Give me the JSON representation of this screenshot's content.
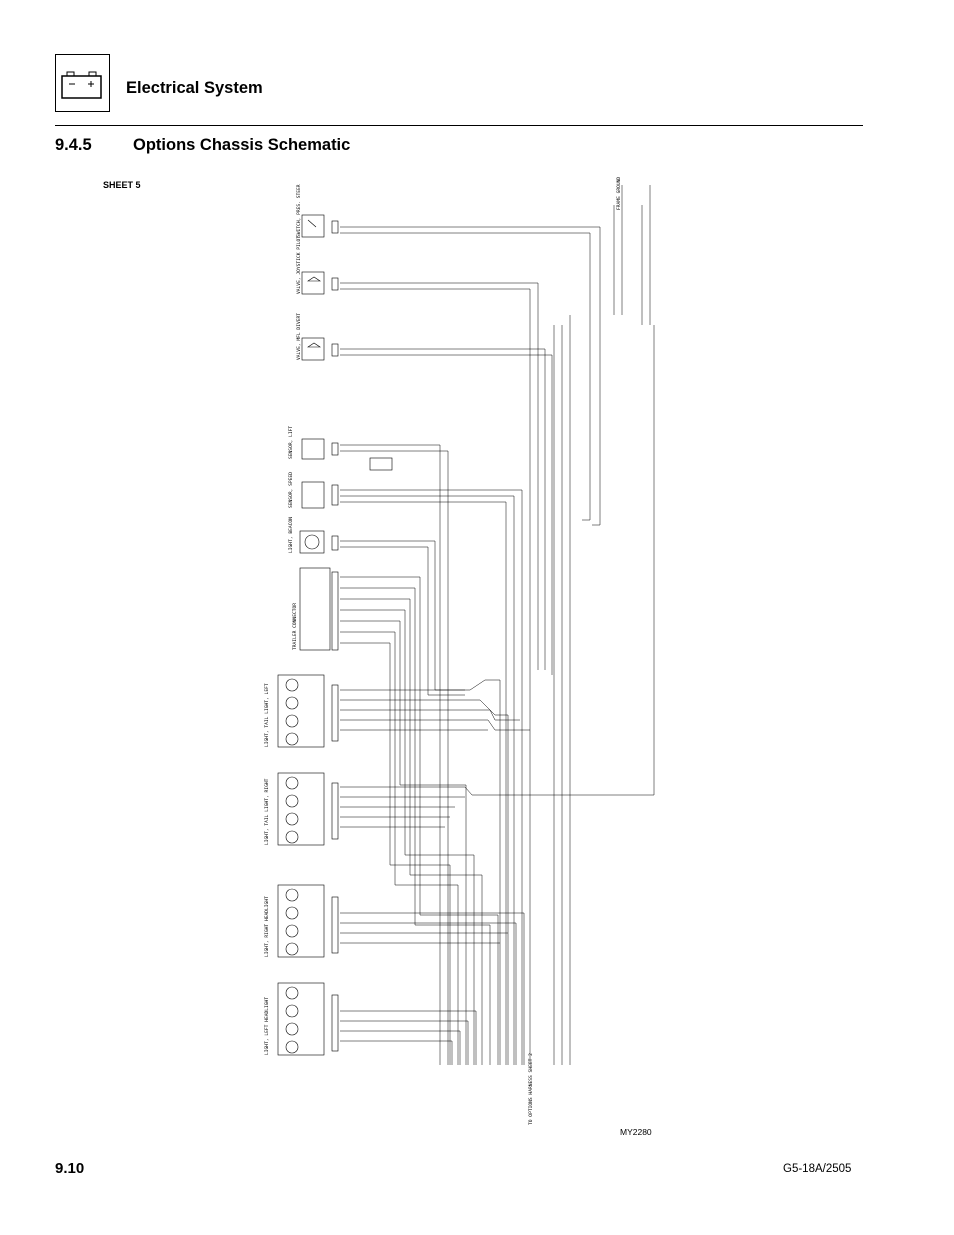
{
  "header": {
    "title": "Electrical System",
    "icon": "battery-icon"
  },
  "section": {
    "number": "9.4.5",
    "title": "Options Chassis Schematic"
  },
  "sheet_label": "SHEET 5",
  "figure_id": "MY2280",
  "footer": {
    "page_number": "9.10",
    "doc_code": "G5-18A/2505"
  },
  "schematic": {
    "device_labels": [
      "SWITCH, PRES. STEER",
      "VALVE, JOYSTICK PILOT",
      "VALVE, MFL DIVERT",
      "SENSOR, LIFT",
      "SENSOR, SPEED",
      "LIGHT, BEACON",
      "TRAILER CONNECTOR",
      "LIGHT, TAIL LIGHT, LEFT",
      "LIGHT, TAIL LIGHT, RIGHT",
      "LIGHT, RIGHT HEADLIGHT",
      "LIGHT, LEFT HEADLIGHT"
    ],
    "top_right_label": "FRAME GROUND",
    "bottom_connector_label": "TO OPTIONS HARNESS SHEET 2"
  }
}
